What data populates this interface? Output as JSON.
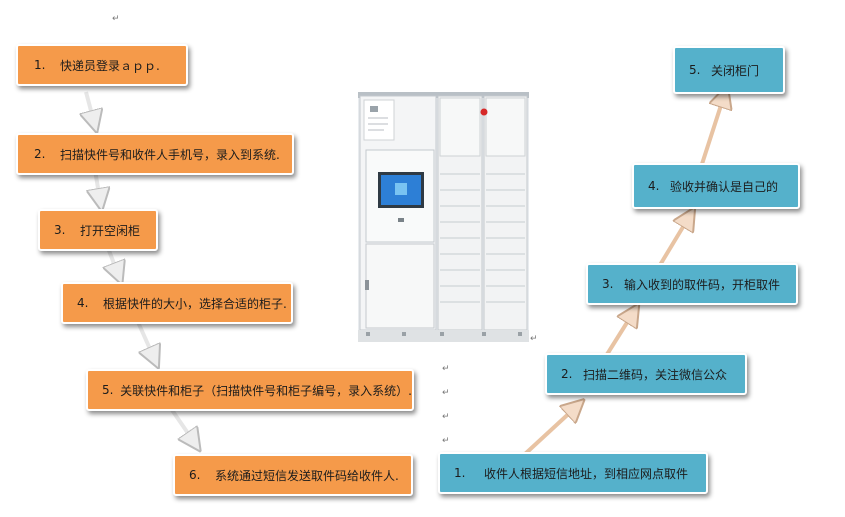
{
  "left_steps": [
    {
      "num": "1.",
      "text": "快递员登录ａｐｐ."
    },
    {
      "num": "2.",
      "text": "扫描快件号和收件人手机号，录入到系统."
    },
    {
      "num": "3.",
      "text": "打开空闲柜"
    },
    {
      "num": "4.",
      "text": "根据快件的大小，选择合适的柜子."
    },
    {
      "num": "5.",
      "text": "关联快件和柜子（扫描快件号和柜子编号，录入系统）."
    },
    {
      "num": "6.",
      "text": "系统通过短信发送取件码给收件人."
    }
  ],
  "right_steps": [
    {
      "num": "1.",
      "text": "收件人根据短信地址，到相应网点取件"
    },
    {
      "num": "2.",
      "text": "扫描二维码，关注微信公众"
    },
    {
      "num": "3.",
      "text": "输入收到的取件码，开柜取件"
    },
    {
      "num": "4.",
      "text": "验收并确认是自己的"
    },
    {
      "num": "5.",
      "text": "关闭柜门"
    }
  ],
  "paragraph_mark": "↵",
  "colors": {
    "orange": "#f59a4a",
    "blue": "#55b1cb"
  }
}
